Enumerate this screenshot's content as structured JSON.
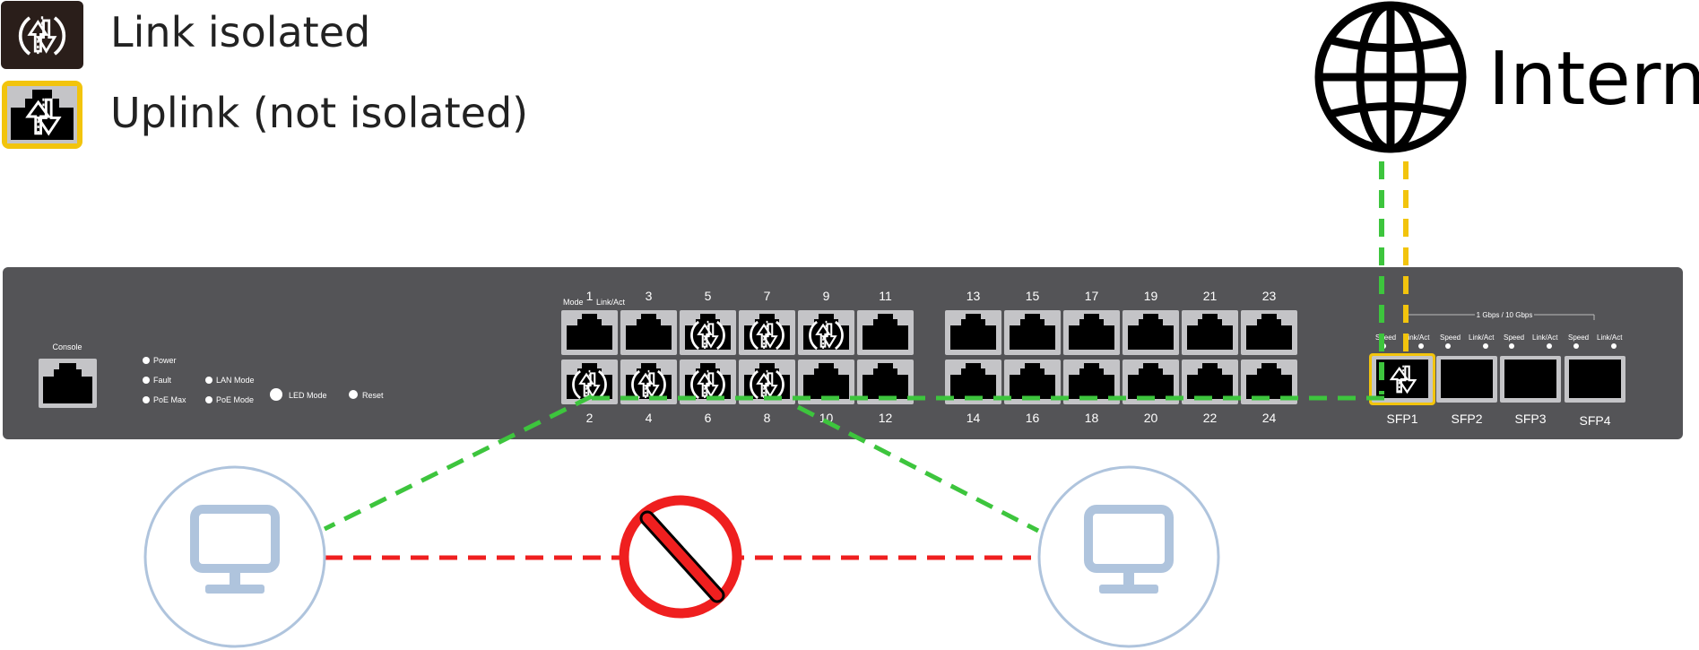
{
  "legend": {
    "isolated_label": "Link isolated",
    "uplink_label": "Uplink (not isolated)",
    "isolated_icon": "isolated-link-icon",
    "uplink_icon": "uplink-icon"
  },
  "internet": {
    "label": "Internet",
    "icon": "globe-icon"
  },
  "switch": {
    "console_label": "Console",
    "leds": {
      "power": "Power",
      "fault": "Fault",
      "poe_max": "PoE Max",
      "lan_mode": "LAN Mode",
      "poe_mode": "PoE Mode",
      "led_mode": "LED Mode",
      "reset": "Reset"
    },
    "mode_label": "Mode",
    "link_act_label": "Link/Act",
    "top_ports": [
      "1",
      "3",
      "5",
      "7",
      "9",
      "11",
      "13",
      "15",
      "17",
      "19",
      "21",
      "23"
    ],
    "bottom_ports": [
      "2",
      "4",
      "6",
      "8",
      "10",
      "12",
      "14",
      "16",
      "18",
      "20",
      "22",
      "24"
    ],
    "isolated_ports": [
      "5",
      "7",
      "9",
      "2",
      "4",
      "6",
      "8"
    ],
    "uplink_port": "SFP1",
    "sfp_header": "1 Gbps / 10 Gbps",
    "sfp_ports": [
      {
        "name": "SFP1",
        "speed": "Speed",
        "link": "Link/Act"
      },
      {
        "name": "SFP2",
        "speed": "Speed",
        "link": "Link/Act"
      },
      {
        "name": "SFP3",
        "speed": "Speed",
        "link": "Link/Act"
      },
      {
        "name": "SFP4",
        "speed": "Speed",
        "link": "Link/Act"
      }
    ]
  },
  "clients": {
    "icon": "computer-icon",
    "blocked_icon": "prohibited-icon"
  },
  "colors": {
    "chassis": "#545457",
    "port_frame": "#c4c4c7",
    "port_body": "#000000",
    "legend_isolated_bg": "#2a1e1a",
    "uplink_frame": "#f2c40d",
    "allowed_link": "#3dc53d",
    "uplink_link": "#f2c40d",
    "blocked_link": "#ef1f1f",
    "client_circle": "#afc4dd"
  }
}
